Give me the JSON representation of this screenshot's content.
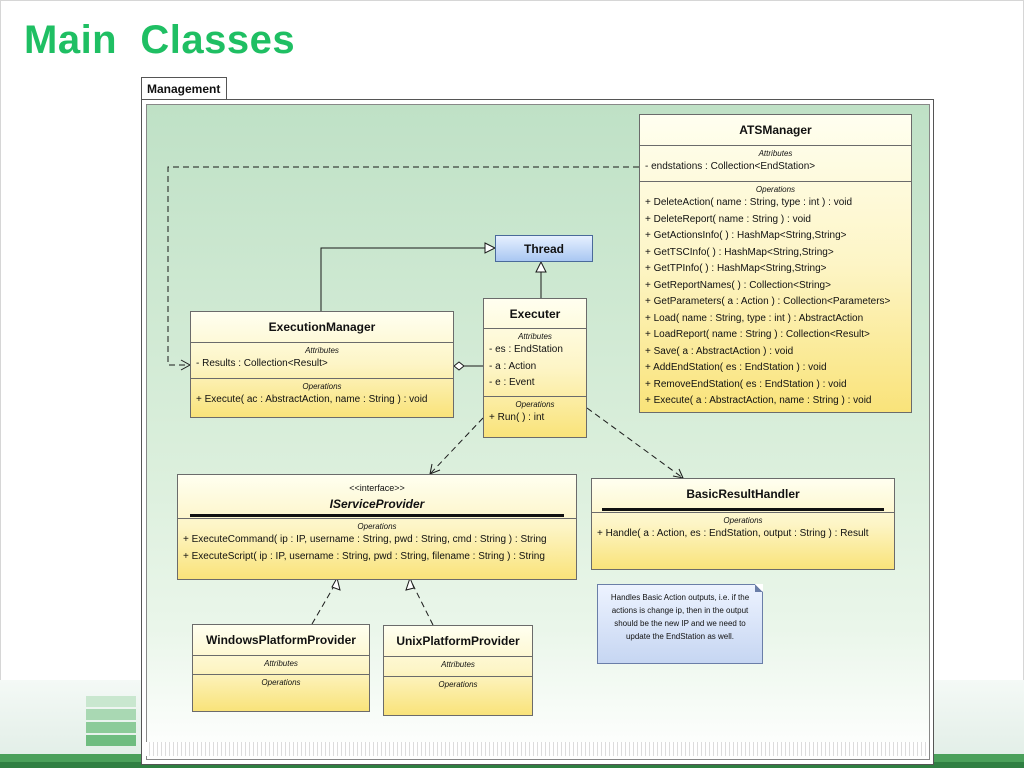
{
  "slide": {
    "title": "Main  Classes"
  },
  "package": {
    "name": "Management"
  },
  "thread": {
    "name": "Thread"
  },
  "ats_manager": {
    "name": "ATSManager",
    "attributes_title": "Attributes",
    "attributes": [
      "- endstations : Collection<EndStation>"
    ],
    "operations_title": "Operations",
    "operations": [
      "+ DeleteAction( name : String, type : int ) : void",
      "+ DeleteReport( name : String ) : void",
      "+ GetActionsInfo( ) : HashMap<String,String>",
      "+ GetTSCInfo( ) : HashMap<String,String>",
      "+ GetTPInfo( ) : HashMap<String,String>",
      "+ GetReportNames( ) : Collection<String>",
      "+ GetParameters( a : Action ) : Collection<Parameters>",
      "+ Load( name : String, type : int ) : AbstractAction",
      "+ LoadReport( name : String ) : Collection<Result>",
      "+ Save( a : AbstractAction ) : void",
      "+ AddEndStation( es : EndStation ) : void",
      "+ RemoveEndStation( es : EndStation ) : void",
      "+ Execute( a : AbstractAction, name : String ) : void"
    ]
  },
  "execution_manager": {
    "name": "ExecutionManager",
    "attributes_title": "Attributes",
    "attributes": [
      "- Results : Collection<Result>"
    ],
    "operations_title": "Operations",
    "operations": [
      "+ Execute( ac : AbstractAction, name : String ) : void"
    ]
  },
  "executer": {
    "name": "Executer",
    "attributes_title": "Attributes",
    "attributes": [
      "- es : EndStation",
      "- a : Action",
      "- e : Event"
    ],
    "operations_title": "Operations",
    "operations": [
      "+ Run( ) : int"
    ]
  },
  "iservice_provider": {
    "stereotype": "<<interface>>",
    "name": "IServiceProvider",
    "operations_title": "Operations",
    "operations": [
      "+ ExecuteCommand( ip : IP, username : String, pwd : String, cmd : String ) : String",
      "+ ExecuteScript( ip : IP, username : String, pwd : String, filename : String ) : String"
    ]
  },
  "basic_result_handler": {
    "name": "BasicResultHandler",
    "operations_title": "Operations",
    "operations": [
      "+ Handle( a : Action, es : EndStation, output : String ) : Result"
    ]
  },
  "windows_provider": {
    "name": "WindowsPlatformProvider",
    "attributes_title": "Attributes",
    "operations_title": "Operations"
  },
  "unix_provider": {
    "name": "UnixPlatformProvider",
    "attributes_title": "Attributes",
    "operations_title": "Operations"
  },
  "note": {
    "text": "Handles Basic Action outputs, i.e. if the actions is change ip, then in the output should be the new IP and we need to update the EndStation as well."
  },
  "colors": {
    "title": "#1fbf63",
    "class_fill_top": "#fffff0",
    "class_fill_bottom": "#f9e37a",
    "thread_fill": "#a9c7f2",
    "canvas_green": "#bfe1c6",
    "note_fill": "#c6d6f2"
  }
}
